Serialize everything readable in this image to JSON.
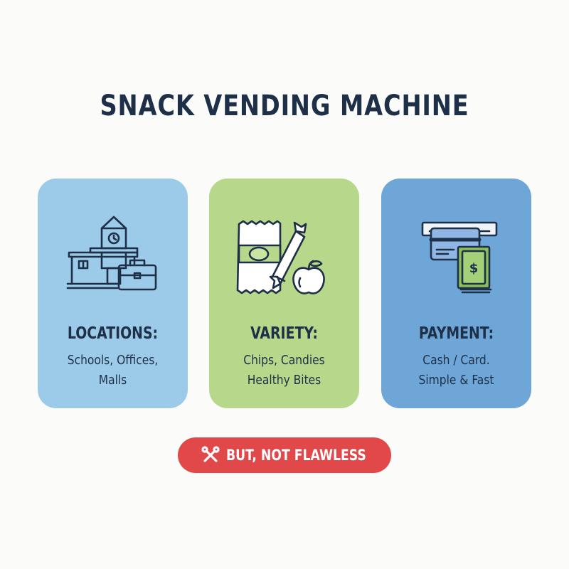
{
  "title": "SNACK VENDING MACHINE",
  "cards": [
    {
      "heading": "LOCATIONS:",
      "lines": [
        "Schools, Offices,",
        "Malls"
      ],
      "icon": "school-and-briefcase-icon",
      "color": "#9ccbe9"
    },
    {
      "heading": "VARIETY:",
      "lines": [
        "Chips, Candies",
        "Healthy Bites"
      ],
      "icon": "chips-candy-apple-icon",
      "color": "#b7d88a"
    },
    {
      "heading": "PAYMENT:",
      "lines": [
        "Cash / Card.",
        "Simple & Fast"
      ],
      "icon": "card-and-cash-icon",
      "color": "#6ea6d8"
    }
  ],
  "badge": {
    "label": "BUT, NOT FLAWLESS",
    "icon": "wrench-cross-icon",
    "color": "#e0484a"
  },
  "colors": {
    "text": "#1e3048",
    "background": "#fbfbfa"
  }
}
